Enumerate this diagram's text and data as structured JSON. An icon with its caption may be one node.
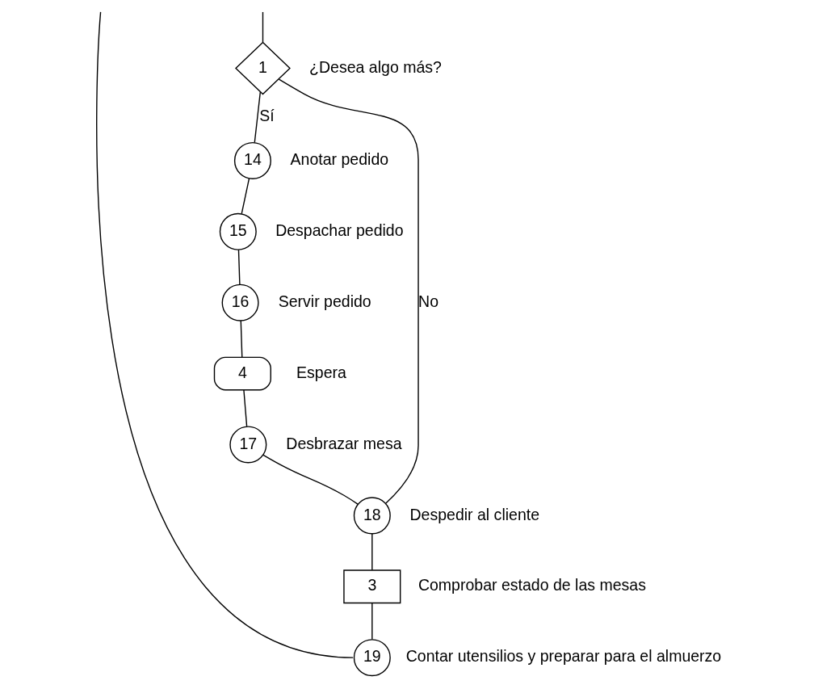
{
  "diagram": {
    "nodes": [
      {
        "text": [
          "1"
        ],
        "beside": [
          "¿Desea algo más?"
        ]
      },
      {
        "text": [
          "14"
        ],
        "beside": [
          "Anotar pedido"
        ]
      },
      {
        "text": [
          "15"
        ],
        "beside": [
          "Despachar pedido"
        ]
      },
      {
        "text": [
          "16"
        ],
        "beside": [
          "Servir pedido"
        ]
      },
      {
        "text": [
          "4"
        ],
        "beside": [
          "Espera"
        ]
      },
      {
        "text": [
          "17"
        ],
        "beside": [
          "Desbrazar mesa"
        ]
      },
      {
        "text": [
          "18"
        ],
        "beside": [
          "Despedir al cliente"
        ]
      },
      {
        "text": [
          "3"
        ],
        "beside": [
          "Comprobar estado de las mesas"
        ]
      },
      {
        "text": [
          "19"
        ],
        "beside": [
          "Contar utensilios y preparar para el almuerzo"
        ]
      }
    ],
    "edges": [
      {
        "from": null,
        "to": 0,
        "arrow": "none"
      },
      {
        "from": 0,
        "to": 1,
        "arrow": "none",
        "label": "Sí"
      },
      {
        "from": 1,
        "to": 2,
        "arrow": "none"
      },
      {
        "from": 2,
        "to": 3,
        "arrow": "none"
      },
      {
        "from": 3,
        "to": 4,
        "arrow": "none"
      },
      {
        "from": 4,
        "to": 5,
        "arrow": "none"
      },
      {
        "from": 0,
        "to": 6,
        "arrow": "none",
        "label": "No"
      },
      {
        "from": 5,
        "to": 6,
        "arrow": "none"
      },
      {
        "from": 6,
        "to": 7,
        "arrow": "none"
      },
      {
        "from": 7,
        "to": 8,
        "arrow": "none"
      },
      {
        "from": null,
        "to": 8,
        "arrow": "none"
      }
    ]
  }
}
